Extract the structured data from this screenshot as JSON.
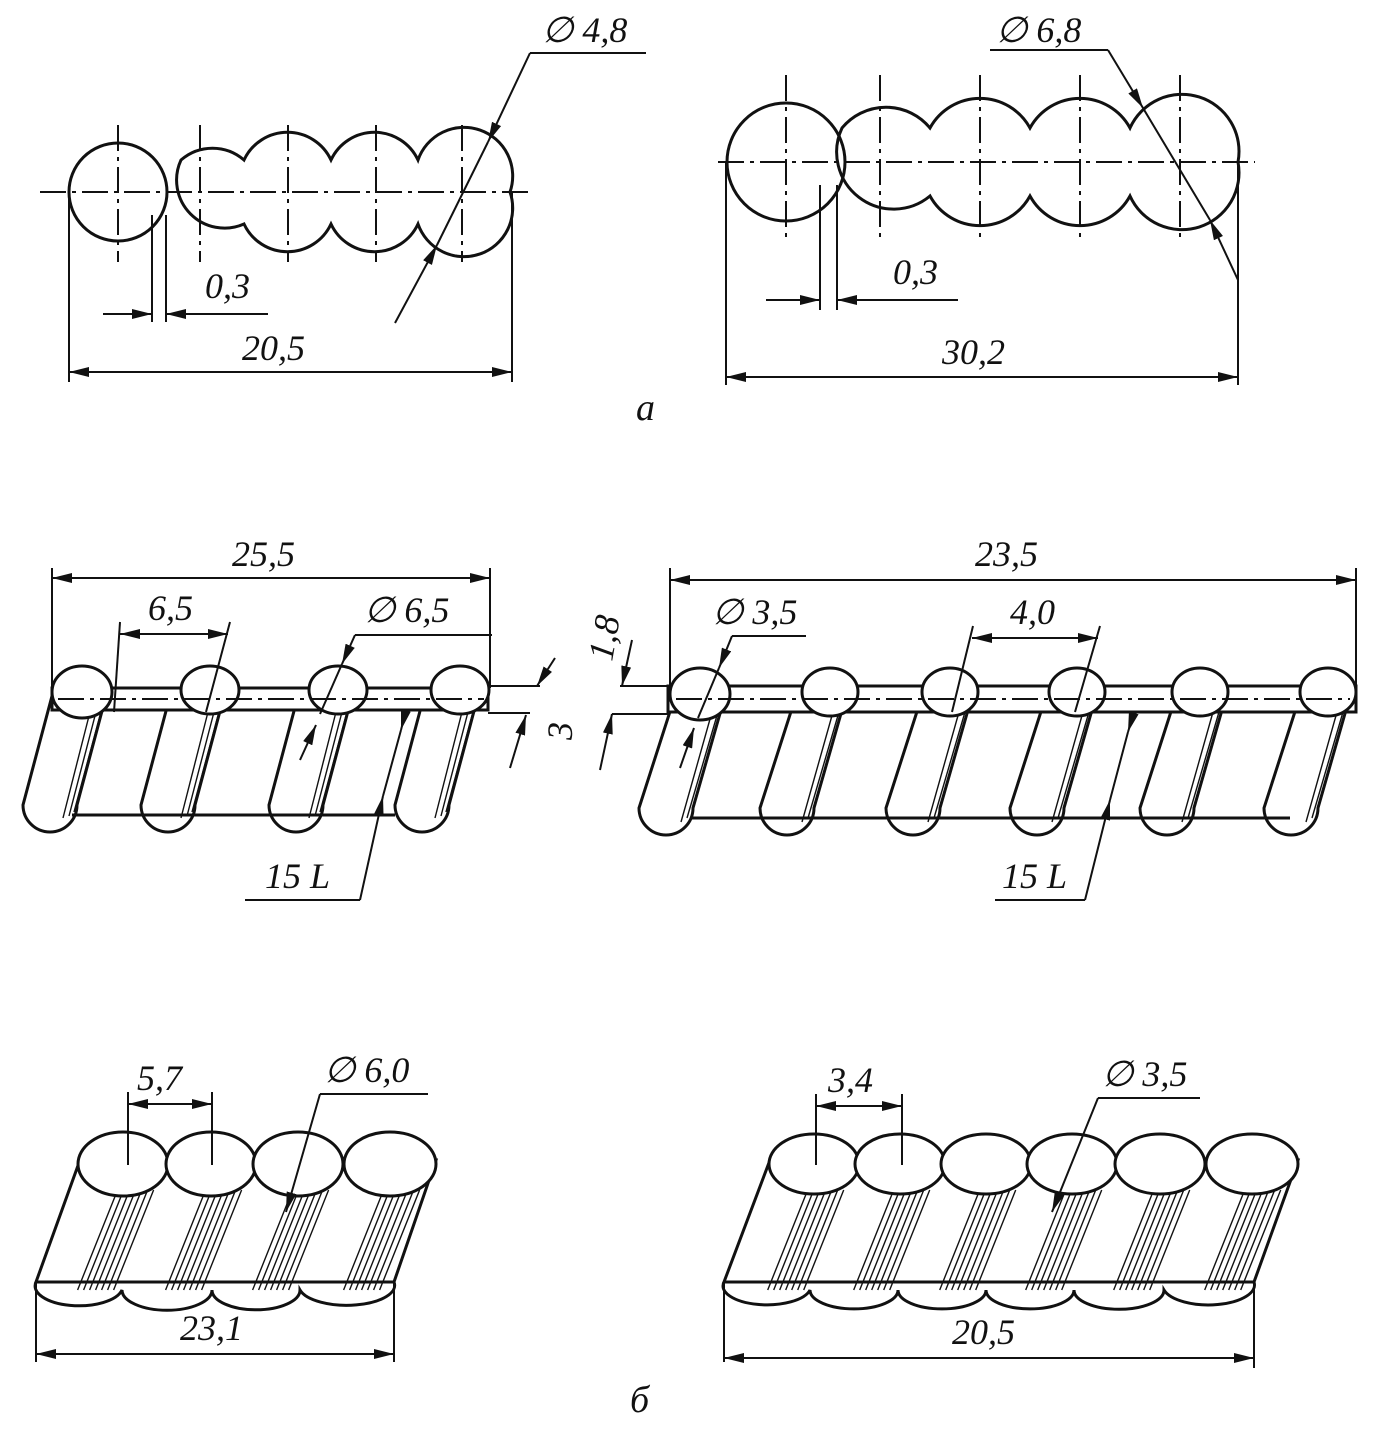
{
  "figure_a": {
    "caption": "а",
    "left": {
      "diameter_label": "∅ 4,8",
      "gap_label": "0,3",
      "length_label": "20,5"
    },
    "right": {
      "diameter_label": "∅ 6,8",
      "gap_label": "0,3",
      "length_label": "30,2"
    }
  },
  "figure_middle": {
    "left": {
      "width_label": "25,5",
      "pitch_label": "6,5",
      "diameter_label": "∅ 6,5",
      "thickness_label": "3",
      "length_label": "15 L"
    },
    "right": {
      "width_label": "23,5",
      "pitch_label": "4,0",
      "diameter_label": "∅ 3,5",
      "thickness_label": "1,8",
      "length_label": "15 L"
    }
  },
  "figure_b": {
    "caption": "б",
    "left": {
      "pitch_label": "5,7",
      "diameter_label": "∅ 6,0",
      "width_label": "23,1"
    },
    "right": {
      "pitch_label": "3,4",
      "diameter_label": "∅ 3,5",
      "width_label": "20,5"
    }
  }
}
